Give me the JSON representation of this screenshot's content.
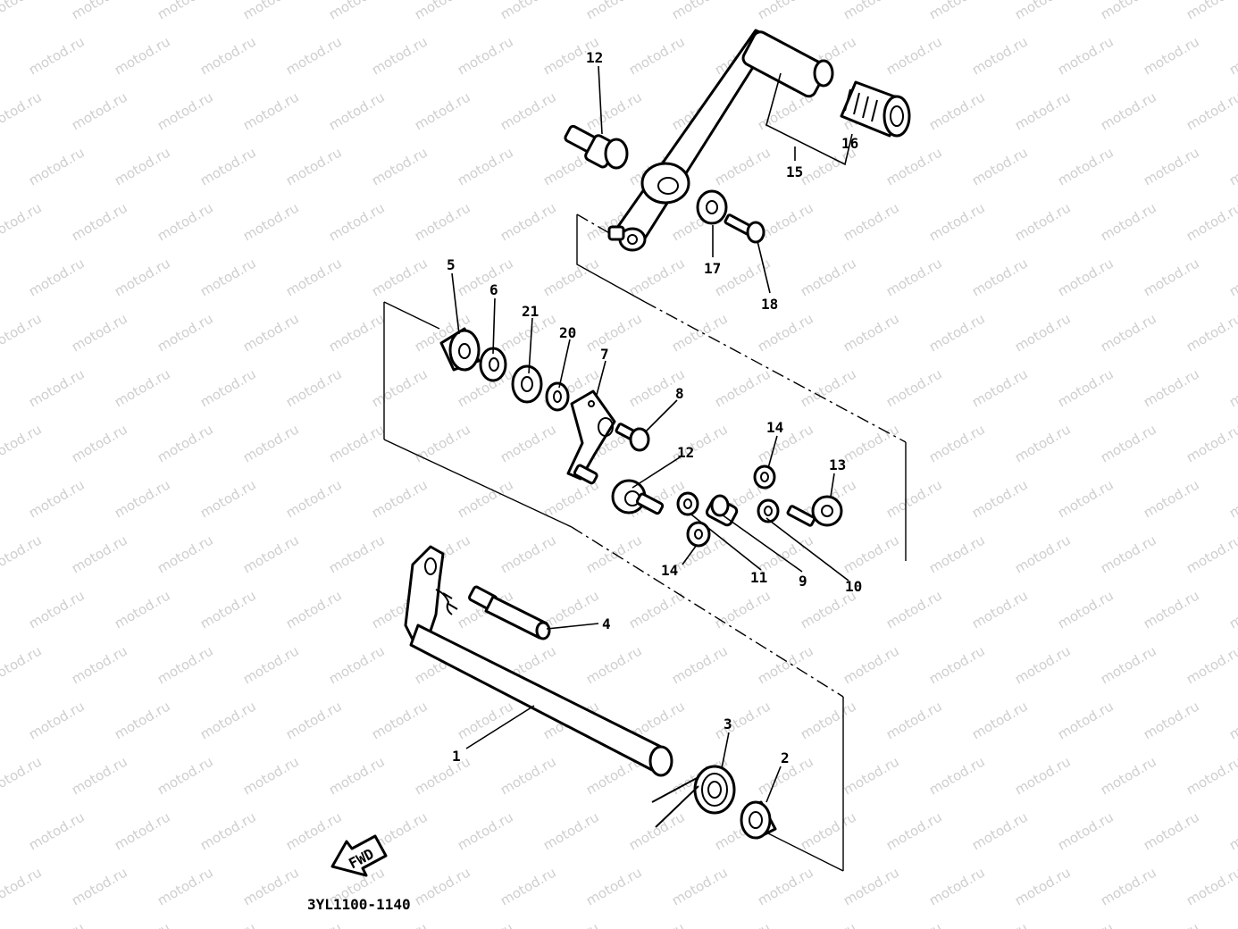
{
  "watermark_text": "motod.ru",
  "drawing_code": "3YL1100-1140",
  "fwd_label": "FWD",
  "callouts": [
    "1",
    "2",
    "3",
    "4",
    "5",
    "6",
    "7",
    "8",
    "9",
    "10",
    "11",
    "12",
    "13",
    "14",
    "14",
    "15",
    "16",
    "17",
    "18",
    "19",
    "20",
    "21"
  ]
}
